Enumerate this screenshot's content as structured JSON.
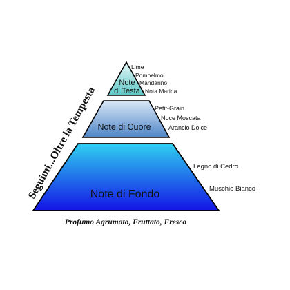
{
  "side_title": "Seguimi...Oltre la Tempesta",
  "caption": "Profumo Agrumato, Fruttato, Fresco",
  "tiers": [
    {
      "title_lines": [
        "Note",
        "di Testa"
      ],
      "notes": [
        "Lime",
        "Pompelmo",
        "Mandarino",
        "Nota Marina"
      ],
      "color_top": "#e6f7f6",
      "color_bottom": "#5ec8c8"
    },
    {
      "title_lines": [
        "Note di Cuore"
      ],
      "notes": [
        "Petit-Grain",
        "Noce Moscata",
        "Arancio Dolce"
      ],
      "color_top": "#d9e7f6",
      "color_bottom": "#4f86c8"
    },
    {
      "title_lines": [
        "Note di Fondo"
      ],
      "notes": [
        "Legno di Cedro",
        "Muschio Bianco"
      ],
      "color_top": "#2fd0f0",
      "color_bottom": "#1414e6"
    }
  ],
  "outline_color": "#000000"
}
